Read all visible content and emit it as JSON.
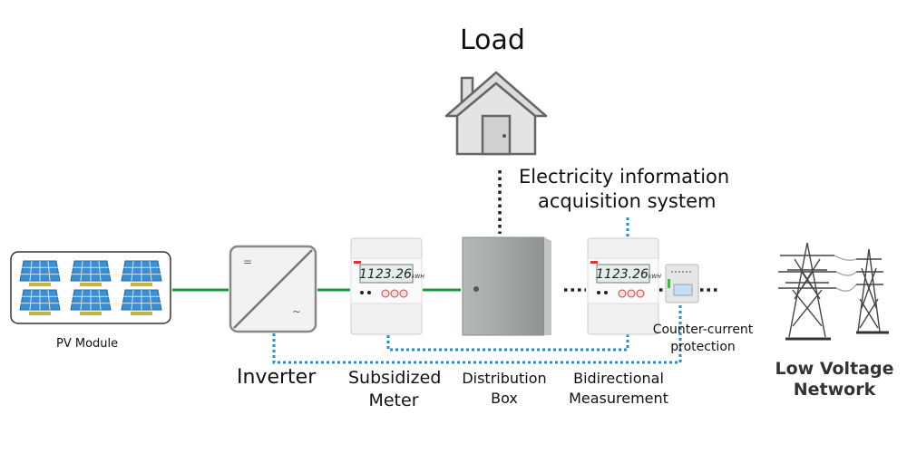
{
  "labels": {
    "load": "Load",
    "info_system": [
      "Electricity information",
      "acquisition system"
    ],
    "pv_module": "PV Module",
    "inverter": "Inverter",
    "subsidized_meter": [
      "Subsidized",
      "Meter"
    ],
    "distribution_box": [
      "Distribution",
      "Box"
    ],
    "bidirectional": [
      "Bidirectional",
      "Measurement"
    ],
    "counter_current": [
      "Counter-current",
      "protection"
    ],
    "low_voltage": [
      "Low Voltage",
      "Network"
    ]
  },
  "meter_reading": "1123.26",
  "meter_unit": "kWH",
  "inverter_symbols": {
    "dc": "=",
    "ac": "~"
  },
  "colors": {
    "power_line": "#1a9a3c",
    "comm_line": "#1e8fd6",
    "load_line": "#222222",
    "panel": "#3a8fd0"
  }
}
